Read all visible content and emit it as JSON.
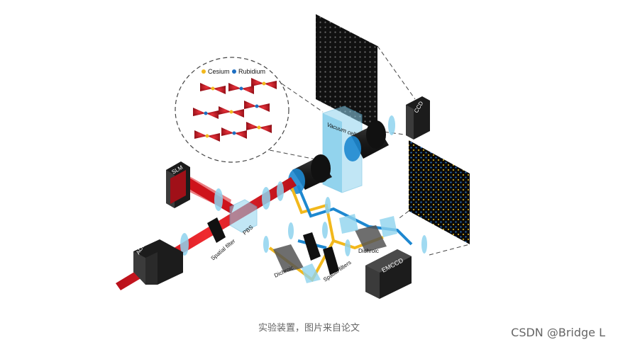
{
  "diagram": {
    "legend": {
      "cesium": "Cesium",
      "rubidium": "Rubidium"
    },
    "labels": {
      "vacuum_cell": "Vacuum cell",
      "ccd": "CCD",
      "slm": "SLM",
      "pbs": "PBS",
      "aod": "AOD",
      "spatial_filter": "Spatial filter",
      "dichroic_right": "Dichroic",
      "dichroic_left": "Dichroic",
      "spatial_filters": "Spatial filters",
      "emccd": "EMCCD"
    },
    "colors": {
      "beam_red": "#d9141b",
      "beam_yellow": "#f2b81c",
      "beam_blue": "#1e88d0",
      "cesium": "#f2b81c",
      "rubidium": "#1e6fc2",
      "glass": "#8fd3ee",
      "dark_box": "#2b2b2b"
    }
  },
  "caption": "实验装置，图片来自论文",
  "watermark": "CSDN @Bridge L"
}
